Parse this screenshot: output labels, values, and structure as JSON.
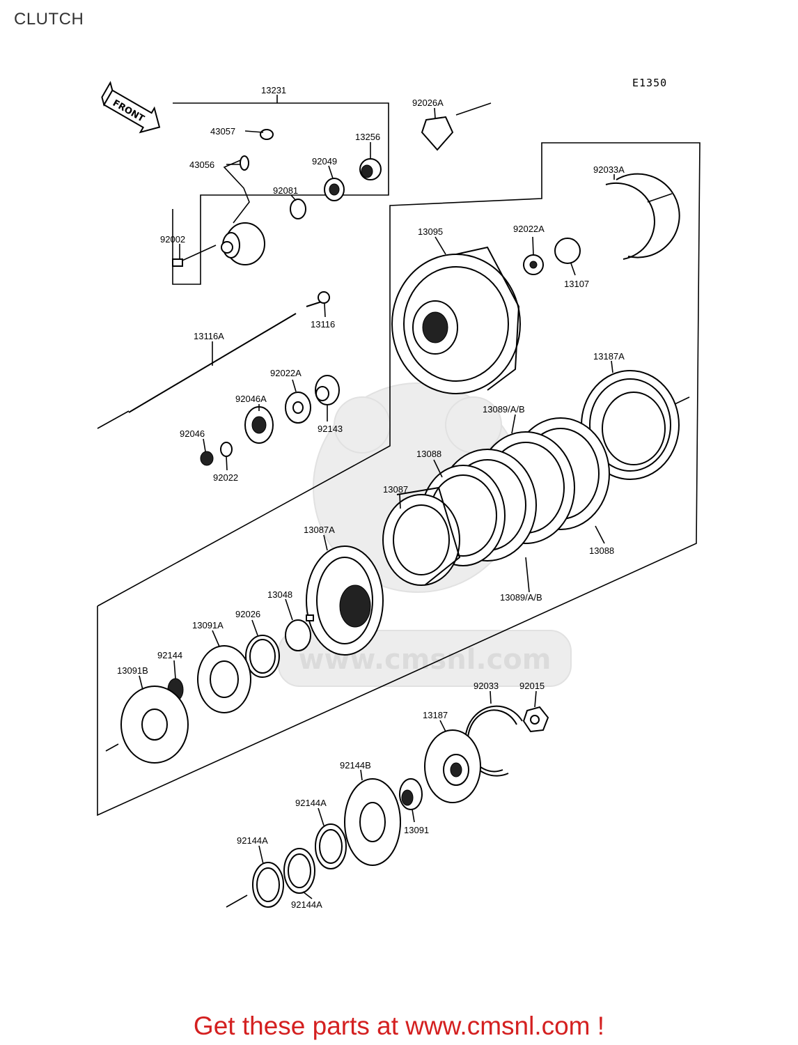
{
  "page": {
    "title": "CLUTCH"
  },
  "diagram": {
    "figure_code": "E1350",
    "front_label": "FRONT",
    "watermark": "www.cmsnl.com",
    "parts": [
      "13231",
      "43057",
      "43056",
      "13256",
      "92049",
      "92081",
      "92002",
      "92026A",
      "92033A",
      "13095",
      "92022A",
      "13107",
      "13116",
      "13116A",
      "92022A",
      "92046A",
      "92143",
      "92046",
      "92022",
      "13187A",
      "13089/A/B",
      "13088",
      "13087",
      "13088",
      "13087A",
      "13089/A/B",
      "13048",
      "92026",
      "13091A",
      "92144",
      "13091B",
      "92033",
      "92015",
      "13187",
      "92144B",
      "13091",
      "92144A",
      "92144A",
      "92144A"
    ]
  },
  "footer": {
    "link_text": "Get these parts at www.cmsnl.com !",
    "color": "#d42020"
  }
}
